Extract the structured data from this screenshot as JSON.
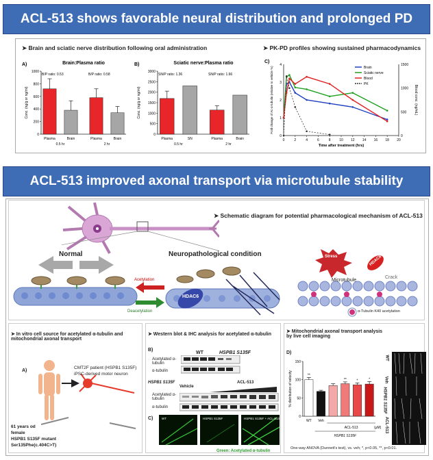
{
  "banner1": "ACL-513 shows favorable neural distribution and prolonged PD",
  "banner2": "ACL-513 improved axonal transport via microtubule stability",
  "sec_brain": "➤ Brain and sciatic nerve distribution following oral administration",
  "sec_pkpd": "➤ PK-PD profiles showing sustained pharmacodynamics",
  "sec_schematic": "➤ Schematic diagram for potential pharmacological mechanism of ACL-513",
  "sec_invitro": "➤ In vitro cell source for acetylated α-tubulin and mitochondrial axonal transport",
  "sec_wb": "➤ Western blot & IHC analysis for acetylated α-tubulin",
  "sec_mito": "➤ Mitochondrial axonal transport analysis by live cell imaging",
  "labels": {
    "A": "A)",
    "B": "B)",
    "C": "C)",
    "D": "D)",
    "normal": "Normal",
    "neuro": "Neuropathological condition",
    "acetylation": "Acetylation",
    "deacetylation": "Deacetylation",
    "hdac6": "HDAC6",
    "stress": "Stress",
    "microtubule": "Microtubule",
    "crack": "Crack",
    "k40": "α-Tubulin K40 acetylation",
    "patient": "CMT2F patient (HSPB1 S135F)",
    "ipsc": "iPSC-derived motor neuron",
    "age": "61 years od",
    "female": "female",
    "mutant": "HSPB1 S135F mutant",
    "ser": "Ser135Phe(c.404C>T)",
    "wt": "WT",
    "hspb1": "HSPB1 S135F",
    "acet_tub": "Acetylated α-tubulin",
    "tub": "α-tubulin",
    "vehicle": "Vehicle",
    "acl": "ACL-513",
    "ihc_wt": "WT",
    "ihc_hspb": "HSPB1 S135F",
    "ihc_acl": "HSPB1 S135F + ACL-513",
    "green": "Green: Acetylated α-tubulin",
    "footnote": "One-way ANOVA (Dunnett's test), vs. veh; *, p<0.05, **, p<0.01.",
    "um": "(μM)",
    "veh": "Veh",
    "hspb_axis": "HSPB1 S135F",
    "ky_wt": "WT",
    "ky_veh": "Veh",
    "ky_hspb": "HSPB1 S135F",
    "ky_acl": "ACL-513",
    "ylabel_d": "% distribution of velocity"
  },
  "chart_data": [
    {
      "type": "bar",
      "title": "Brain:Plasma ratio",
      "categories": [
        "Plasma",
        "Brain",
        "Plasma",
        "Brain"
      ],
      "groups": [
        "0.5 hr",
        "2 hr"
      ],
      "values": [
        720,
        380,
        580,
        340
      ],
      "errors": [
        160,
        150,
        140,
        100
      ],
      "colors": [
        "#e8262a",
        "#a6a6a6",
        "#e8262a",
        "#a6a6a6"
      ],
      "annotations": [
        "B/P ratio: 0.53",
        "B/P ratio: 0.58"
      ],
      "ylabel": "Conc. (ng/g or ng/ml)",
      "ylim": [
        0,
        1000
      ],
      "yticks": [
        0,
        200,
        400,
        600,
        800,
        1000
      ]
    },
    {
      "type": "bar",
      "title": "Sciatic nerve:Plasma ratio",
      "categories": [
        "Plasma",
        "SN",
        "Plasma",
        "Brain"
      ],
      "groups": [
        "0.5 hr",
        "2 hr"
      ],
      "values": [
        1700,
        2300,
        1150,
        1860
      ],
      "errors": [
        350,
        0,
        200,
        0
      ],
      "colors": [
        "#e8262a",
        "#a6a6a6",
        "#e8262a",
        "#a6a6a6"
      ],
      "annotations": [
        "SN/P ratio: 1.36",
        "SN/P ratio: 1.66"
      ],
      "ylabel": "Conc. (ng/g or ng/ml)",
      "ylim": [
        0,
        3000
      ],
      "yticks": [
        0,
        500,
        1000,
        1500,
        2000,
        2500,
        3000
      ]
    },
    {
      "type": "line",
      "xlabel": "Time after treatment (hrs)",
      "ylabel": "Fold change of Ac-α-tubulin (relative to vehicle %)",
      "y2label": "Blood conc. (ng/mL)",
      "xlim": [
        0,
        20
      ],
      "ylim": [
        0,
        4
      ],
      "y2lim": [
        0,
        1500
      ],
      "xticks": [
        0,
        2,
        4,
        6,
        8,
        10,
        12,
        14,
        16,
        18,
        20
      ],
      "yticks": [
        0,
        1,
        2,
        3,
        4
      ],
      "y2ticks": [
        0,
        500,
        1000,
        1500
      ],
      "series": [
        {
          "name": "Brain",
          "color": "#1f3fbf",
          "x": [
            0,
            0.5,
            1,
            2,
            4,
            8,
            12,
            18
          ],
          "y": [
            1,
            2.9,
            3.0,
            2.4,
            2.0,
            1.8,
            1.6,
            0.9
          ]
        },
        {
          "name": "Sciatic nerve",
          "color": "#20a020",
          "x": [
            0,
            0.5,
            1,
            2,
            4,
            8,
            12,
            18
          ],
          "y": [
            1,
            3.3,
            3.4,
            2.7,
            2.6,
            2.2,
            2.4,
            1.4
          ]
        },
        {
          "name": "Blood",
          "color": "#e02020",
          "x": [
            0,
            0.5,
            1,
            2,
            4,
            8,
            12,
            18
          ],
          "y": [
            1,
            2.4,
            3.2,
            2.9,
            3.3,
            2.9,
            2.0,
            0.8
          ]
        },
        {
          "name": "PK",
          "color": "#333333",
          "dashed": true,
          "x": [
            0,
            0.5,
            1,
            2,
            4,
            8
          ],
          "y2": [
            0,
            1250,
            1000,
            600,
            90,
            20
          ]
        }
      ]
    },
    {
      "type": "bar",
      "categories": [
        "WT",
        "Veh",
        "ACL-513 a",
        "ACL-513 b",
        "ACL-513 c",
        "ACL-513 d"
      ],
      "values": [
        100,
        68,
        84,
        89,
        86,
        88
      ],
      "errors": [
        6,
        3,
        5,
        5,
        5,
        7
      ],
      "colors": [
        "#ffffff",
        "#111111",
        "#f4a8a8",
        "#f07a7a",
        "#e84848",
        "#c81818"
      ],
      "significance": [
        "**",
        "",
        "",
        "**",
        "*",
        "*"
      ],
      "ylabel": "% distribution of velocity",
      "ylim": [
        0,
        150
      ],
      "yticks": [
        0,
        50,
        100,
        150
      ]
    }
  ]
}
